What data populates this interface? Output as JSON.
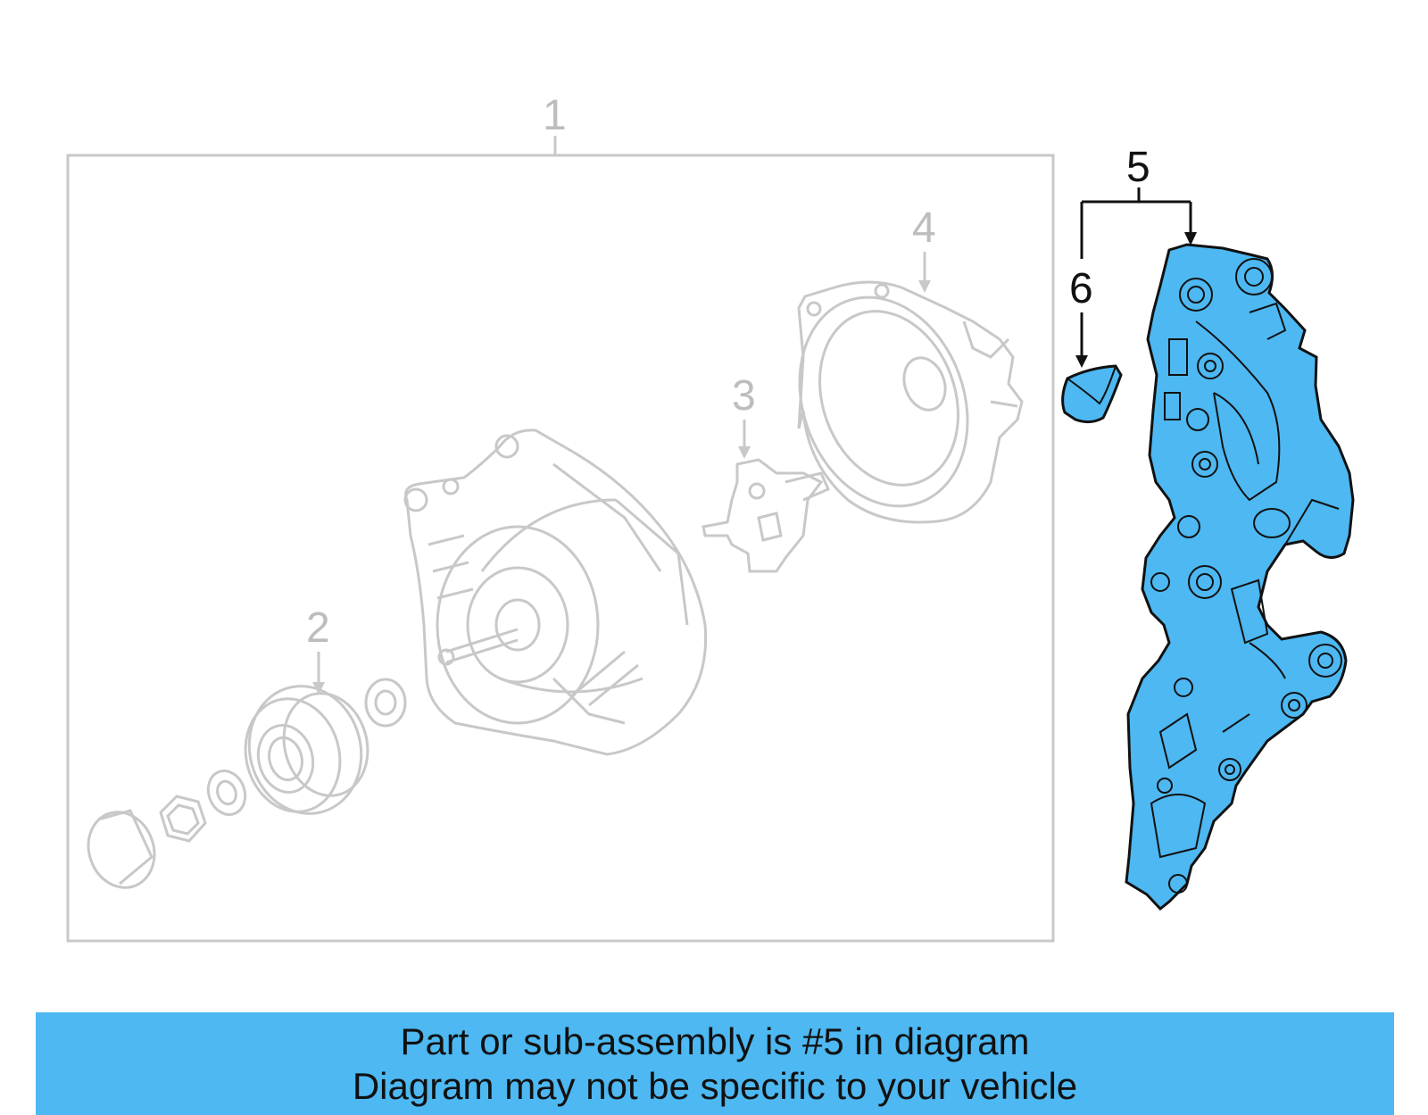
{
  "callouts": {
    "c1": "1",
    "c2": "2",
    "c3": "3",
    "c4": "4",
    "c5": "5",
    "c6": "6"
  },
  "colors": {
    "highlight": "#4db8f2",
    "ghost_line": "#c8c8c8",
    "ink": "#111111"
  },
  "banner": {
    "line1": "Part or sub-assembly is #5 in diagram",
    "line2": "Diagram may not be specific to your vehicle"
  }
}
